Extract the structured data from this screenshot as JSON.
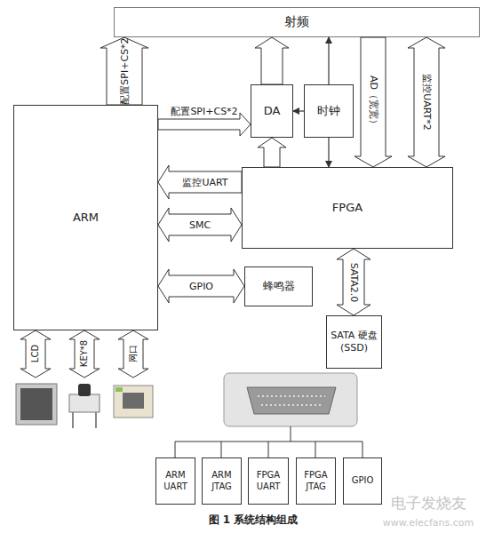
{
  "diagram": {
    "caption": "图 1 系统结构组成",
    "nodes": [
      {
        "text": [
          "射频"
        ]
      },
      {
        "text": [
          "ARM"
        ]
      },
      {
        "text": [
          "DA"
        ]
      },
      {
        "text": [
          "时钟"
        ]
      },
      {
        "text": [
          "FPGA"
        ]
      },
      {
        "text": [
          "蜂鸣器"
        ]
      },
      {
        "text": [
          "SATA 硬盘 (SSD)"
        ]
      },
      {
        "text": [
          "ARM UART"
        ]
      },
      {
        "text": [
          "ARM JTAG"
        ]
      },
      {
        "text": [
          "FPGA UART"
        ]
      },
      {
        "text": [
          "FPGA JTAG"
        ]
      },
      {
        "text": [
          "GPIO"
        ]
      }
    ],
    "edges": [
      {
        "from": 1,
        "to": 0,
        "label": "配置SPI+CS*2",
        "arrow": "to"
      },
      {
        "from": 1,
        "to": 2,
        "label": "配置SPI+CS*2",
        "arrow": "to"
      },
      {
        "from": 2,
        "to": 0,
        "arrow": "to"
      },
      {
        "from": 3,
        "to": 2,
        "arrow": "to"
      },
      {
        "from": 3,
        "to": 0,
        "arrow": "to"
      },
      {
        "from": 3,
        "to": 4,
        "arrow": "to"
      },
      {
        "from": 4,
        "to": 2,
        "arrow": "to"
      },
      {
        "from": 0,
        "to": 4,
        "label": "AD（宽宽）",
        "arrow": "to"
      },
      {
        "from": 4,
        "to": 0,
        "label": "监控UART*2",
        "arrow": "both"
      },
      {
        "from": 4,
        "to": 1,
        "label": "监控UART",
        "arrow": "to"
      },
      {
        "from": 1,
        "to": 4,
        "label": "SMC",
        "arrow": "both"
      },
      {
        "from": 1,
        "to": 5,
        "label": "GPIO",
        "arrow": "both"
      },
      {
        "from": 4,
        "to": 6,
        "label": "SATA2.0",
        "arrow": "both"
      }
    ],
    "labels": [
      "LCD",
      "KEY*8",
      "网口",
      "电子发烧友",
      "www.elecfans.com"
    ]
  }
}
